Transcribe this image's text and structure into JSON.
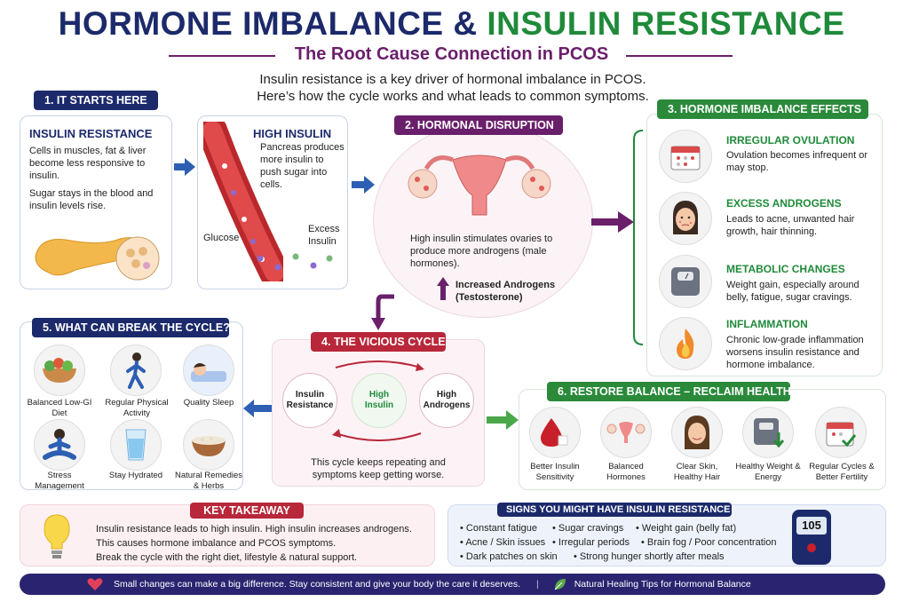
{
  "header": {
    "title_part1": "HORMONE IMBALANCE &",
    "title_part2": "INSULIN RESISTANCE",
    "subtitle": "The Root Cause Connection in PCOS",
    "intro_line1": "Insulin resistance is a key driver of hormonal imbalance in PCOS.",
    "intro_line2": "Here’s how the cycle works and what leads to common symptoms."
  },
  "section1": {
    "badge": "1. IT STARTS HERE",
    "card1": {
      "title": "INSULIN RESISTANCE",
      "text1": "Cells in muscles, fat & liver become less responsive to insulin.",
      "text2": "Sugar stays in the blood and insulin levels rise."
    },
    "card2": {
      "title": "HIGH INSULIN",
      "text": "Pancreas produces more insulin to push sugar into cells.",
      "glucose_label": "Glucose",
      "excess_label": "Excess Insulin"
    }
  },
  "section2": {
    "badge": "2. HORMONAL DISRUPTION",
    "text": "High insulin stimulates ovaries to produce more androgens (male hormones).",
    "increased_label": "Increased Androgens (Testosterone)"
  },
  "section3": {
    "badge": "3. HORMONE IMBALANCE EFFECTS",
    "items": [
      {
        "title": "IRREGULAR OVULATION",
        "text": "Ovulation becomes infrequent or may stop.",
        "icon": "calendar-icon"
      },
      {
        "title": "EXCESS ANDROGENS",
        "text": "Leads to acne, unwanted hair growth, hair thinning.",
        "icon": "woman-face-icon"
      },
      {
        "title": "METABOLIC CHANGES",
        "text": "Weight gain, especially around belly, fatigue, sugar cravings.",
        "icon": "scale-icon"
      },
      {
        "title": "INFLAMMATION",
        "text": "Chronic low-grade inflammation worsens insulin resistance and hormone imbalance.",
        "icon": "flame-icon"
      }
    ]
  },
  "section4": {
    "badge": "4. THE VICIOUS CYCLE",
    "node1": "Insulin Resistance",
    "node2": "High Insulin",
    "node3": "High Androgens",
    "text": "This cycle keeps repeating and symptoms keep getting worse."
  },
  "section5": {
    "badge": "5. WHAT CAN BREAK THE CYCLE?",
    "items": [
      {
        "label": "Balanced Low-GI Diet",
        "icon": "salad-icon"
      },
      {
        "label": "Regular Physical Activity",
        "icon": "walking-icon"
      },
      {
        "label": "Quality Sleep",
        "icon": "sleep-icon"
      },
      {
        "label": "Stress Management",
        "icon": "meditation-icon"
      },
      {
        "label": "Stay Hydrated",
        "icon": "water-glass-icon"
      },
      {
        "label": "Natural Remedies & Herbs",
        "icon": "herbs-bowl-icon"
      }
    ]
  },
  "section6": {
    "badge": "6. RESTORE BALANCE – RECLAIM HEALTH",
    "items": [
      {
        "label": "Better Insulin Sensitivity",
        "icon": "blood-drop-icon"
      },
      {
        "label": "Balanced Hormones",
        "icon": "uterus-icon"
      },
      {
        "label": "Clear Skin, Healthy Hair",
        "icon": "happy-woman-icon"
      },
      {
        "label": "Healthy Weight & Energy",
        "icon": "scale-down-icon"
      },
      {
        "label": "Regular Cycles & Better Fertility",
        "icon": "calendar-check-icon"
      }
    ]
  },
  "takeaway": {
    "badge": "KEY TAKEAWAY",
    "line1": "Insulin resistance leads to high insulin. High insulin increases androgens.",
    "line2": "This causes hormone imbalance and PCOS symptoms.",
    "line3": "Break the cycle with the right diet, lifestyle & natural support."
  },
  "signs": {
    "badge": "SIGNS YOU MIGHT HAVE INSULIN RESISTANCE",
    "items": [
      "Constant fatigue",
      "Sugar cravings",
      "Weight gain (belly fat)",
      "Acne / Skin issues",
      "Irregular periods",
      "Brain fog / Poor concentration",
      "Dark patches on skin",
      "Strong hunger shortly after meals"
    ],
    "meter_value": "105"
  },
  "footer": {
    "left": "Small changes can make a big difference. Stay consistent and give your body the care it deserves.",
    "right": "Natural Healing Tips for Hormonal Balance"
  },
  "colors": {
    "navy": "#1c2a6b",
    "green": "#1f8a3a",
    "purple": "#6a1f6b",
    "red": "#b8283a"
  }
}
